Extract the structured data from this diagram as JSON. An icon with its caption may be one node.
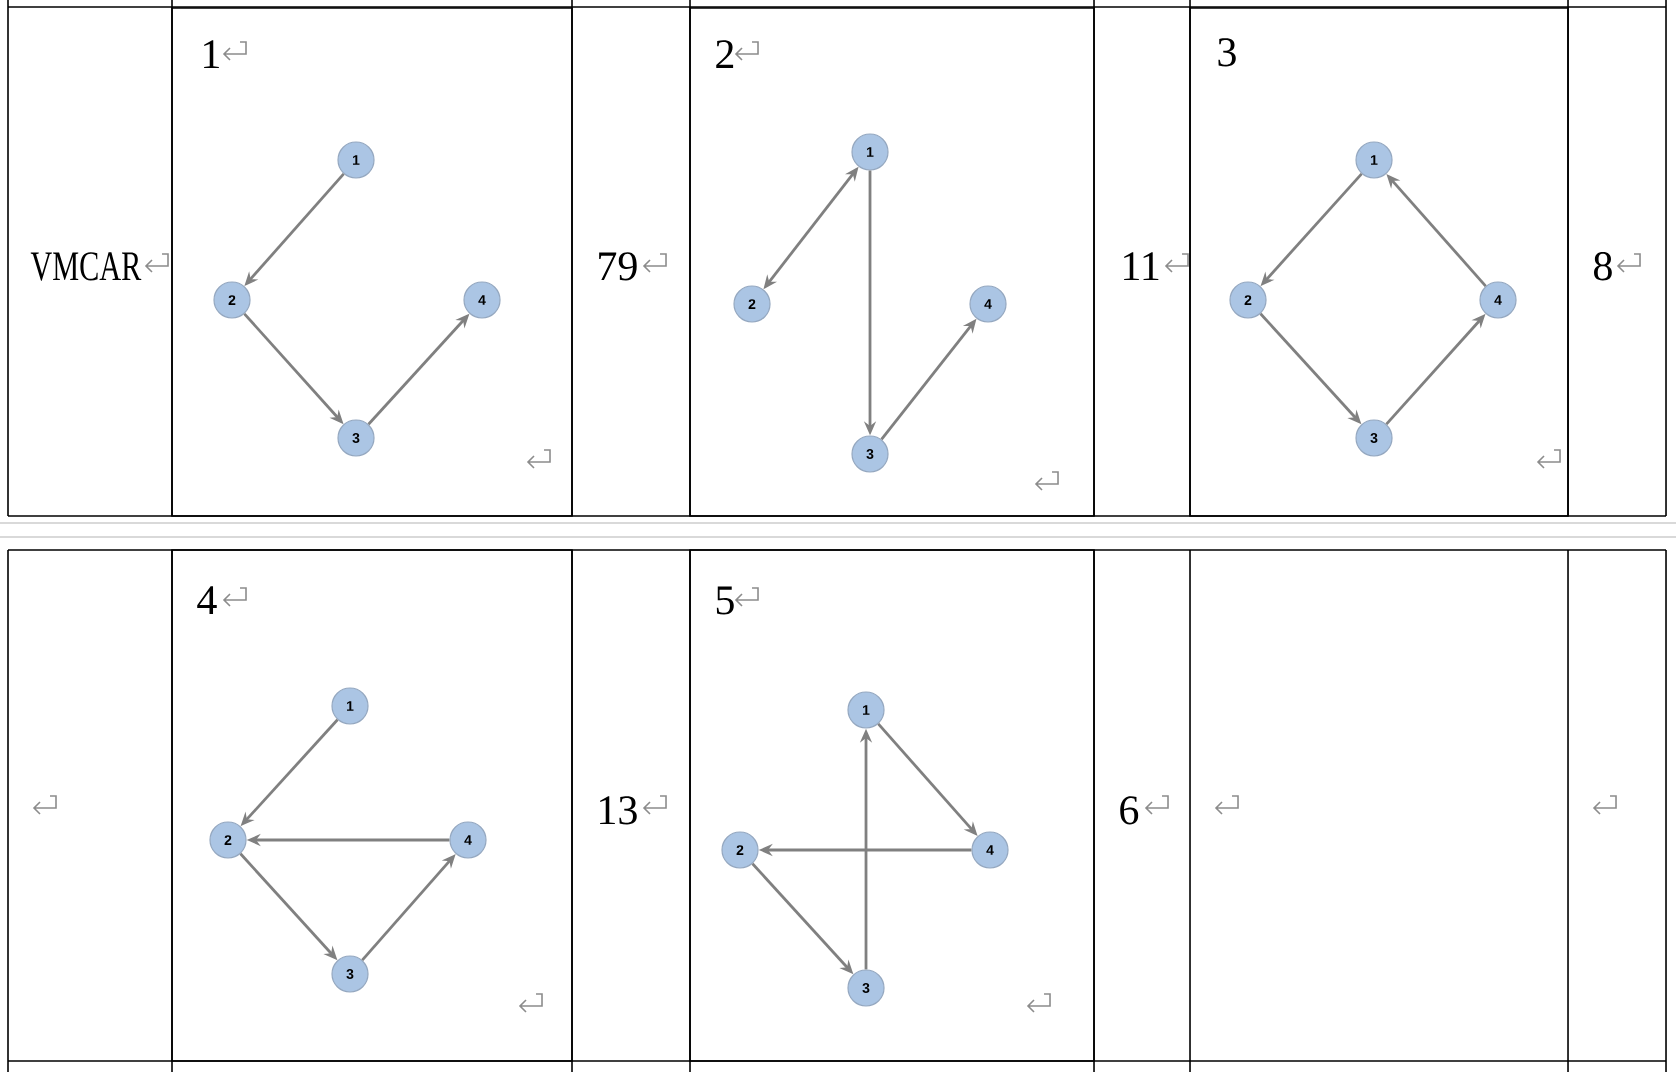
{
  "diagram": {
    "nodes": [
      {
        "text": [
          "1"
        ]
      },
      {
        "text": [
          "1"
        ],
        "in": 0
      },
      {
        "text": [
          "2"
        ],
        "in": 0
      },
      {
        "text": [
          "3"
        ],
        "in": 0
      },
      {
        "text": [
          "4"
        ],
        "in": 0
      },
      {
        "text": [
          "2"
        ]
      },
      {
        "text": [
          "1"
        ],
        "in": 5
      },
      {
        "text": [
          "2"
        ],
        "in": 5
      },
      {
        "text": [
          "3"
        ],
        "in": 5
      },
      {
        "text": [
          "4"
        ],
        "in": 5
      },
      {
        "text": [
          "3"
        ]
      },
      {
        "text": [
          "1"
        ],
        "in": 10
      },
      {
        "text": [
          "2"
        ],
        "in": 10
      },
      {
        "text": [
          "3"
        ],
        "in": 10
      },
      {
        "text": [
          "4"
        ],
        "in": 10
      },
      {
        "text": [
          "4"
        ]
      },
      {
        "text": [
          "1"
        ],
        "in": 15
      },
      {
        "text": [
          "2"
        ],
        "in": 15
      },
      {
        "text": [
          "3"
        ],
        "in": 15
      },
      {
        "text": [
          "4"
        ],
        "in": 15
      },
      {
        "text": [
          "5"
        ]
      },
      {
        "text": [
          "1"
        ],
        "in": 20
      },
      {
        "text": [
          "2"
        ],
        "in": 20
      },
      {
        "text": [
          "3"
        ],
        "in": 20
      },
      {
        "text": [
          "4"
        ],
        "in": 20
      }
    ],
    "edges": [
      {
        "from": 1,
        "to": 2,
        "arrow": "to"
      },
      {
        "from": 2,
        "to": 3,
        "arrow": "to"
      },
      {
        "from": 3,
        "to": 4,
        "arrow": "to"
      },
      {
        "from": 6,
        "to": 7,
        "arrow": "both"
      },
      {
        "from": 6,
        "to": 8,
        "arrow": "to"
      },
      {
        "from": 8,
        "to": 9,
        "arrow": "to"
      },
      {
        "from": 11,
        "to": 12,
        "arrow": "to"
      },
      {
        "from": 12,
        "to": 13,
        "arrow": "to"
      },
      {
        "from": 13,
        "to": 14,
        "arrow": "to"
      },
      {
        "from": 14,
        "to": 11,
        "arrow": "to"
      },
      {
        "from": 16,
        "to": 17,
        "arrow": "to"
      },
      {
        "from": 19,
        "to": 17,
        "arrow": "to"
      },
      {
        "from": 17,
        "to": 18,
        "arrow": "to"
      },
      {
        "from": 18,
        "to": 19,
        "arrow": "to"
      },
      {
        "from": 21,
        "to": 24,
        "arrow": "to"
      },
      {
        "from": 24,
        "to": 22,
        "arrow": "to"
      },
      {
        "from": 22,
        "to": 23,
        "arrow": "to"
      },
      {
        "from": 23,
        "to": 21,
        "arrow": "to"
      }
    ],
    "labels": [
      "VMCAR",
      "79",
      "11",
      "8",
      "13",
      "6"
    ]
  }
}
